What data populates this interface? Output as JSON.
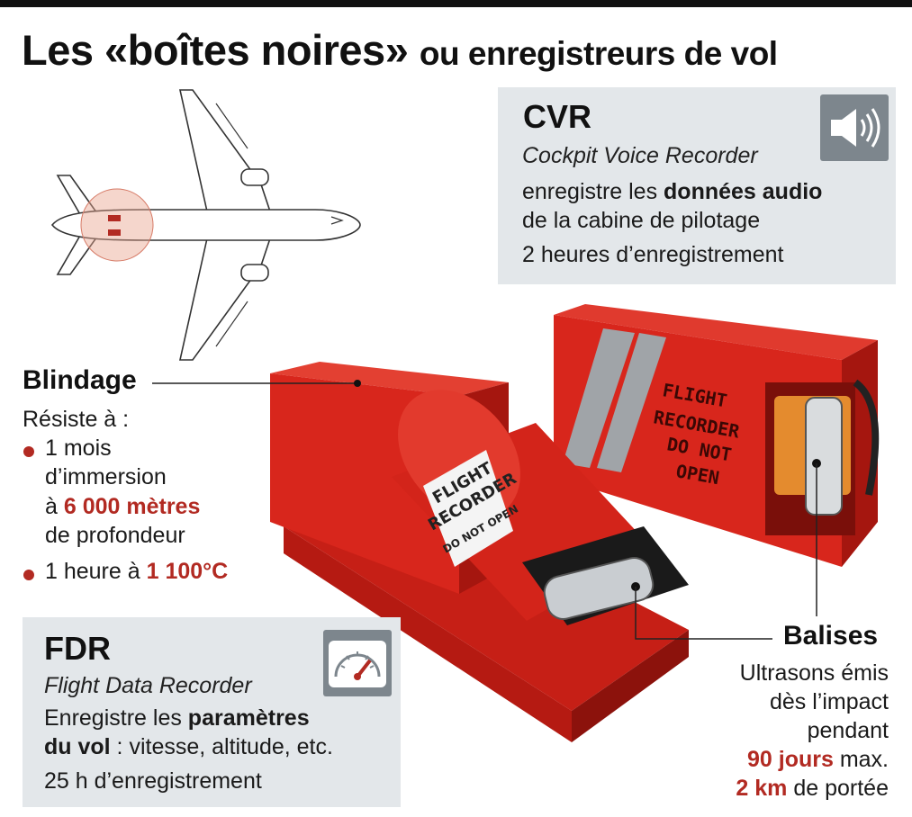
{
  "title": {
    "main": "Les «boîtes noires»",
    "rest": "ou enregistreurs de vol"
  },
  "cvr": {
    "heading": "CVR",
    "subtitle": "Cockpit Voice Recorder",
    "line1_pre": "enregistre les ",
    "line1_bold": "données audio",
    "line2": "de la cabine de pilotage",
    "line3": "2 heures d’enregistrement",
    "icon": "speaker-icon"
  },
  "fdr": {
    "heading": "FDR",
    "subtitle": "Flight Data Recorder",
    "line1_pre": "Enregistre les ",
    "line1_bold": "paramètres",
    "line2_bold": "du vol",
    "line2_rest": " : vitesse, altitude, etc.",
    "line3": "25 h d’enregistrement",
    "icon": "gauge-icon"
  },
  "blindage": {
    "heading": "Blindage",
    "intro": "Résiste à :",
    "b1_l1": "1 mois",
    "b1_l2": "d’immersion",
    "b1_l3_pre": "à ",
    "b1_l3_red": "6 000 mètres",
    "b1_l4": "de profondeur",
    "b2_pre": "1 heure à ",
    "b2_red": "1 100°C"
  },
  "balises": {
    "heading": "Balises",
    "l1": "Ultrasons émis",
    "l2": "dès l’impact",
    "l3": "pendant",
    "l4_red": "90 jours",
    "l4_rest": " max.",
    "l5_red": "2 km",
    "l5_rest": " de portée"
  },
  "box_labels": {
    "cylinder_line1": "FLIGHT",
    "cylinder_line2": "RECORDER",
    "cylinder_line3": "DO NOT OPEN",
    "cvr_line1": "FLIGHT",
    "cvr_line2": "RECORDER",
    "cvr_line3": "DO NOT",
    "cvr_line4": "OPEN"
  },
  "colors": {
    "accent_red": "#b22a22",
    "panel_gray": "#e3e7ea",
    "icon_gray": "#7d868d",
    "box_red": "#d8261c"
  }
}
